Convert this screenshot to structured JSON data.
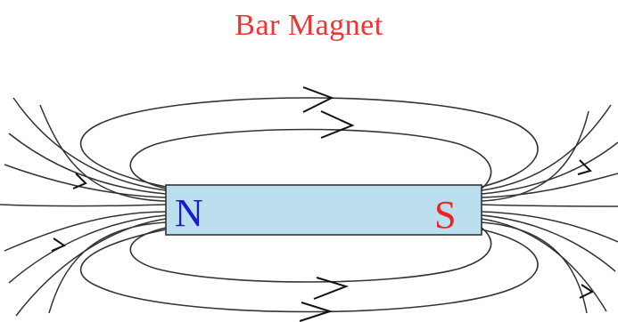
{
  "title": "Bar Magnet",
  "magnet": {
    "north_label": "N",
    "south_label": "S"
  },
  "colors": {
    "title": "#ee3333",
    "north": "#1a1ad6",
    "south": "#ee2222",
    "magnet_fill": "#bcdff0",
    "field_line": "#333333",
    "arrow": "#111111"
  },
  "icons": {
    "direction_arrow": "arrowhead-right-icon"
  }
}
